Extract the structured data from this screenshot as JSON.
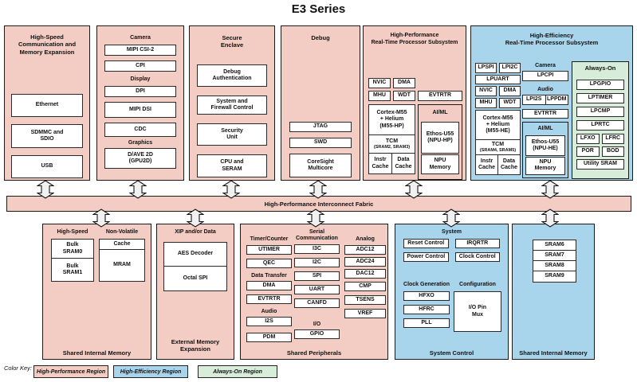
{
  "title": "E3 Series",
  "fabric_label": "High-Performance Interconnect Fabric",
  "legend": {
    "label": "Color Key:",
    "hp": "High-Performance Region",
    "he": "High-Efficiency Region",
    "ao": "Always-On Region"
  },
  "hs_expansion": {
    "title": "High-Speed\nCommunication and\nMemory Expansion",
    "items": [
      "Ethernet",
      "SDMMC and\nSDIO",
      "USB"
    ]
  },
  "multimedia": {
    "camera_label": "Camera",
    "camera_items": [
      "MIPI CSI-2",
      "CPI"
    ],
    "display_label": "Display",
    "display_items": [
      "DPI",
      "MIPI DSI",
      "CDC"
    ],
    "graphics_label": "Graphics",
    "graphics_item": "D/AVE 2D\n(GPU2D)"
  },
  "secure_enclave": {
    "title": "Secure\nEnclave",
    "items": [
      "Debug\nAuthentication",
      "System and\nFirewall Control",
      "Security\nUnit",
      "CPU and\nSERAM"
    ]
  },
  "debug": {
    "title": "Debug",
    "items": [
      "JTAG",
      "SWD",
      "CoreSight\nMulticore"
    ]
  },
  "hp_subsystem": {
    "title": "High-Performance\nReal-Time Processor Subsystem",
    "row1": [
      "NVIC",
      "DMA"
    ],
    "row2": [
      "MHU",
      "WDT"
    ],
    "cortex": "Cortex-M55\n+ Helium\n(M55-HP)",
    "tcm_name": "TCM",
    "tcm_sub": "(SRAM2, SRAM3)",
    "caches": [
      "Instr\nCache",
      "Data\nCache"
    ],
    "evtrtr": "EVTRTR",
    "aiml_label": "AI/ML",
    "npu": "Ethos-U55\n(NPU-HP)",
    "npu_mem": "NPU\nMemory"
  },
  "he_subsystem": {
    "title": "High-Efficiency\nReal-Time Processor Subsystem",
    "row0": [
      "LPSPI",
      "LPI2C"
    ],
    "lpuart": "LPUART",
    "row1": [
      "NVIC",
      "DMA"
    ],
    "row2": [
      "MHU",
      "WDT"
    ],
    "cortex": "Cortex-M55\n+ Helium\n(M55-HE)",
    "tcm_name": "TCM",
    "tcm_sub": "(SRAM4, SRAM5)",
    "caches": [
      "Instr\nCache",
      "Data\nCache"
    ],
    "camera_label": "Camera",
    "lpcpi": "LPCPI",
    "audio_label": "Audio",
    "audio_row": [
      "LPI2S",
      "LPPDM"
    ],
    "evtrtr": "EVTRTR",
    "aiml_label": "AI/ML",
    "npu": "Ethos-U55\n(NPU-HE)",
    "npu_mem": "NPU\nMemory",
    "always_on": {
      "title": "Always-On",
      "items": [
        "LPGPIO",
        "LPTIMER",
        "LPCMP",
        "LPRTC"
      ],
      "pair1": [
        "LFXO",
        "LFRC"
      ],
      "pair2": [
        "POR",
        "BOD"
      ],
      "utility": "Utility SRAM"
    }
  },
  "shared_mem_hp": {
    "col1_label": "High-Speed",
    "col1_cells": [
      "Bulk\nSRAM0",
      "Bulk\nSRAM1"
    ],
    "col2_label": "Non-Volatile",
    "col2_cells": [
      "Cache",
      "MRAM"
    ],
    "footer": "Shared Internal Memory"
  },
  "ext_memory": {
    "header": "XIP and/or Data",
    "cells": [
      "AES Decoder",
      "Octal SPI"
    ],
    "footer": "External Memory\nExpansion"
  },
  "shared_peripherals": {
    "timer_label": "Timer/Counter",
    "timer_items": [
      "UTIMER",
      "QEC"
    ],
    "dt_label": "Data Transfer",
    "dt_items": [
      "DMA",
      "EVTRTR"
    ],
    "audio_label": "Audio",
    "audio_items": [
      "I2S",
      "PDM"
    ],
    "serial_label": "Serial\nCommunication",
    "serial_items": [
      "I3C",
      "I2C",
      "SPI",
      "UART",
      "CANFD"
    ],
    "io_label": "I/O",
    "io_item": "GPIO",
    "analog_label": "Analog",
    "analog_items": [
      "ADC12",
      "ADC24",
      "DAC12",
      "CMP",
      "TSENS",
      "VREF"
    ],
    "footer": "Shared Peripherals"
  },
  "system_control": {
    "system_label": "System",
    "sys_row1": [
      "Reset Control",
      "IRQRTR"
    ],
    "sys_row2": [
      "Power Control",
      "Clock Control"
    ],
    "clock_label": "Clock Generation",
    "clock_items": [
      "HFXO",
      "HFRC",
      "PLL"
    ],
    "config_label": "Configuration",
    "config_item": "I/O Pin\nMux",
    "footer": "System Control"
  },
  "shared_mem_he": {
    "items": [
      "SRAM6",
      "SRAM7",
      "SRAM8",
      "SRAM9"
    ],
    "footer": "Shared Internal Memory"
  }
}
